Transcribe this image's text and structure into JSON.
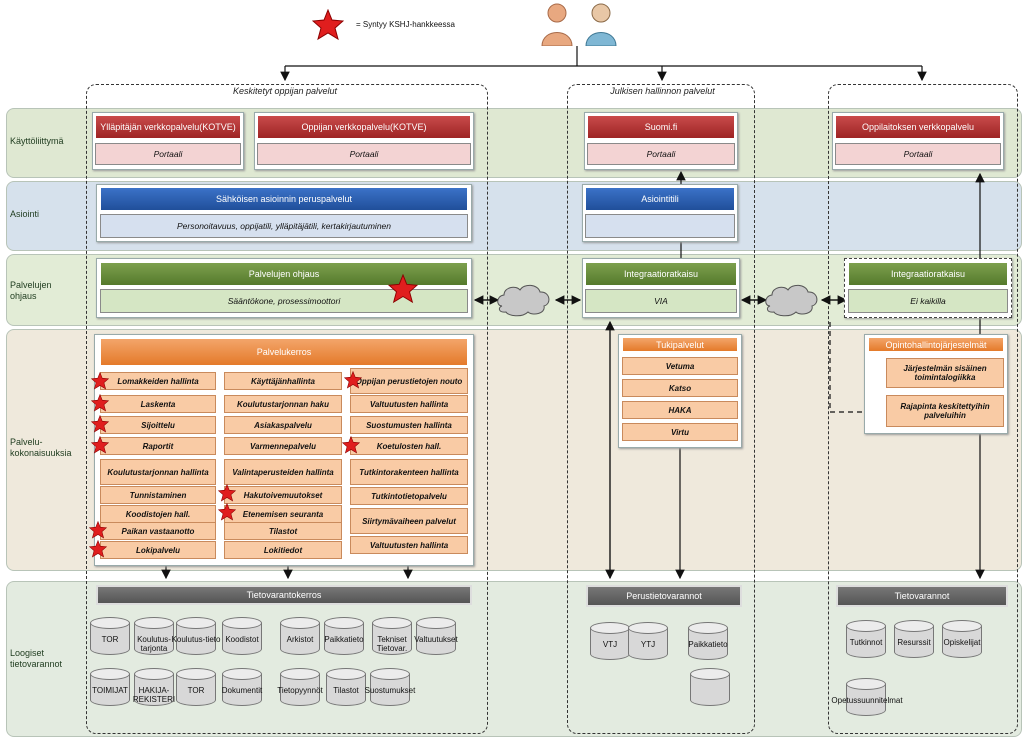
{
  "legend": {
    "text": "= Syntyy KSHJ-hankkeessa"
  },
  "layers": {
    "kayttoliittyma": "Käyttöliittymä",
    "asiointi": "Asiointi",
    "ohjaus_1": "Palvelujen",
    "ohjaus_2": "ohjaus",
    "kokonaisuudet_1": "Palvelu-",
    "kokonaisuudet_2": "kokonaisuuksia",
    "tieto_1": "Loogiset",
    "tieto_2": "tietovarannot"
  },
  "columns": {
    "col1": "Keskitetyt oppijan palvelut",
    "col2": "Julkisen hallinnon palvelut"
  },
  "ui": {
    "yllapitaja": "Ylläpitäjän verkkopalvelu(KOTVE)",
    "yllapitaja_sub": "Portaali",
    "oppija": "Oppijan verkkopalvelu(KOTVE)",
    "oppija_sub": "Portaali",
    "suomifi": "Suomi.fi",
    "suomifi_sub": "Portaali",
    "oppilaitos": "Oppilaitoksen verkkopalvelu",
    "oppilaitos_sub": "Portaali"
  },
  "asiointi": {
    "sahk": "Sähköisen asioinnin peruspalvelut",
    "sahk_sub": "Personoitavuus, oppijatili, ylläpitäjätili, kertakirjautuminen",
    "tili": "Asiointitili"
  },
  "ohjaus": {
    "pohj": "Palvelujen ohjaus",
    "pohj_sub": "Sääntökone, prosessimoottori",
    "integ1": "Integraatioratkaisu",
    "integ1_sub": "VIA",
    "integ2": "Integraatioratkaisu",
    "integ2_sub": "Ei kaikilla"
  },
  "palvelukerros": {
    "title": "Palvelukerros",
    "col_a": [
      "Lomakkeiden hallinta",
      "Laskenta",
      "Sijoittelu",
      "Raportit",
      "Koulutustarjonnan hallinta",
      "Tunnistaminen",
      "Koodistojen hall.",
      "Paikan vastaanotto",
      "Lokipalvelu"
    ],
    "col_b": [
      "Käyttäjänhallinta",
      "Koulutustarjonnan haku",
      "Asiakaspalvelu",
      "Varmennepalvelu",
      "Valintaperusteiden hallinta",
      "Hakutoivemuutokset",
      "Etenemisen seuranta",
      "Tilastot",
      "Lokitiedot"
    ],
    "col_c": [
      "Oppijan perustietojen nouto",
      "Valtuutusten hallinta",
      "Suostumusten hallinta",
      "Koetulosten hall.",
      "Tutkintorakenteen hallinta",
      "Tutkintotietopalvelu",
      "Siirtymävaiheen palvelut",
      "Valtuutusten hallinta"
    ]
  },
  "tuki": {
    "title": "Tukipalvelut",
    "items": [
      "Vetuma",
      "Katso",
      "HAKA",
      "Virtu"
    ]
  },
  "ohj": {
    "title": "Opintohallintojärjestelmät",
    "item1": "Järjestelmän sisäinen toimintalogiikka",
    "item2": "Rajapinta keskitettyihin palveluihin"
  },
  "tieto": {
    "kerros": "Tietovarantokerros",
    "perus": "Perustietovarannot",
    "varannot": "Tietovarannot",
    "db_col1_row1": [
      "TOR",
      "Koulutus-tarjonta",
      "Koulutus-tieto",
      "Koodistot",
      "Arkistot",
      "Paikkatieto",
      "Tekniset Tietovar.",
      "Valtuutukset"
    ],
    "db_col1_row2": [
      "TOIMIJAT",
      "HAKIJA-REKISTERI",
      "TOR",
      "Dokumentit",
      "Tietopyynnöt",
      "Tilastot",
      "Suostumukset"
    ],
    "db_col2": [
      "VTJ",
      "YTJ",
      "Paikkatieto",
      ""
    ],
    "db_col3": [
      "Tutkinnot",
      "Resurssit",
      "Opiskelijat",
      "Opetussuunnitelmat"
    ]
  }
}
